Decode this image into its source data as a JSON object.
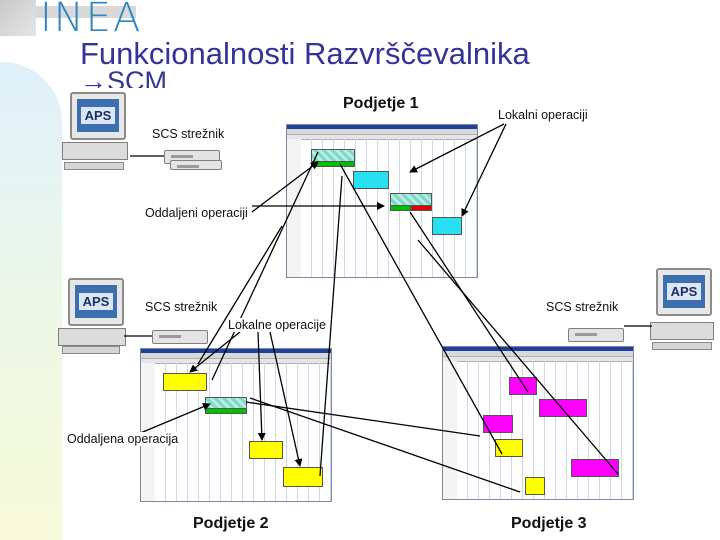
{
  "header": {
    "logo_text": "INEA",
    "title": "Funkcionalnosti Razvrščevalnika",
    "subtitle": "→SCM"
  },
  "workstation": {
    "screen_label": "APS"
  },
  "labels": {
    "company_1": "Podjetje 1",
    "company_2": "Podjetje 2",
    "company_3": "Podjetje 3",
    "scs_server_1": "SCS strežnik",
    "scs_server_2": "SCS strežnik",
    "scs_server_3": "SCS strežnik",
    "local_ops_1": "Lokalni operaciji",
    "remote_ops_1": "Oddaljeni operaciji",
    "local_ops_2": "Lokalne operacije",
    "remote_op_2": "Oddaljena operacija"
  },
  "colors": {
    "title": "#333399",
    "logo": "#2e86c1",
    "cyan": "#29e0f0",
    "yellow": "#ffff00",
    "magenta": "#ff00ff",
    "green": "#00c000",
    "red": "#e00000",
    "teal_hatch": "#7fd8c8"
  }
}
